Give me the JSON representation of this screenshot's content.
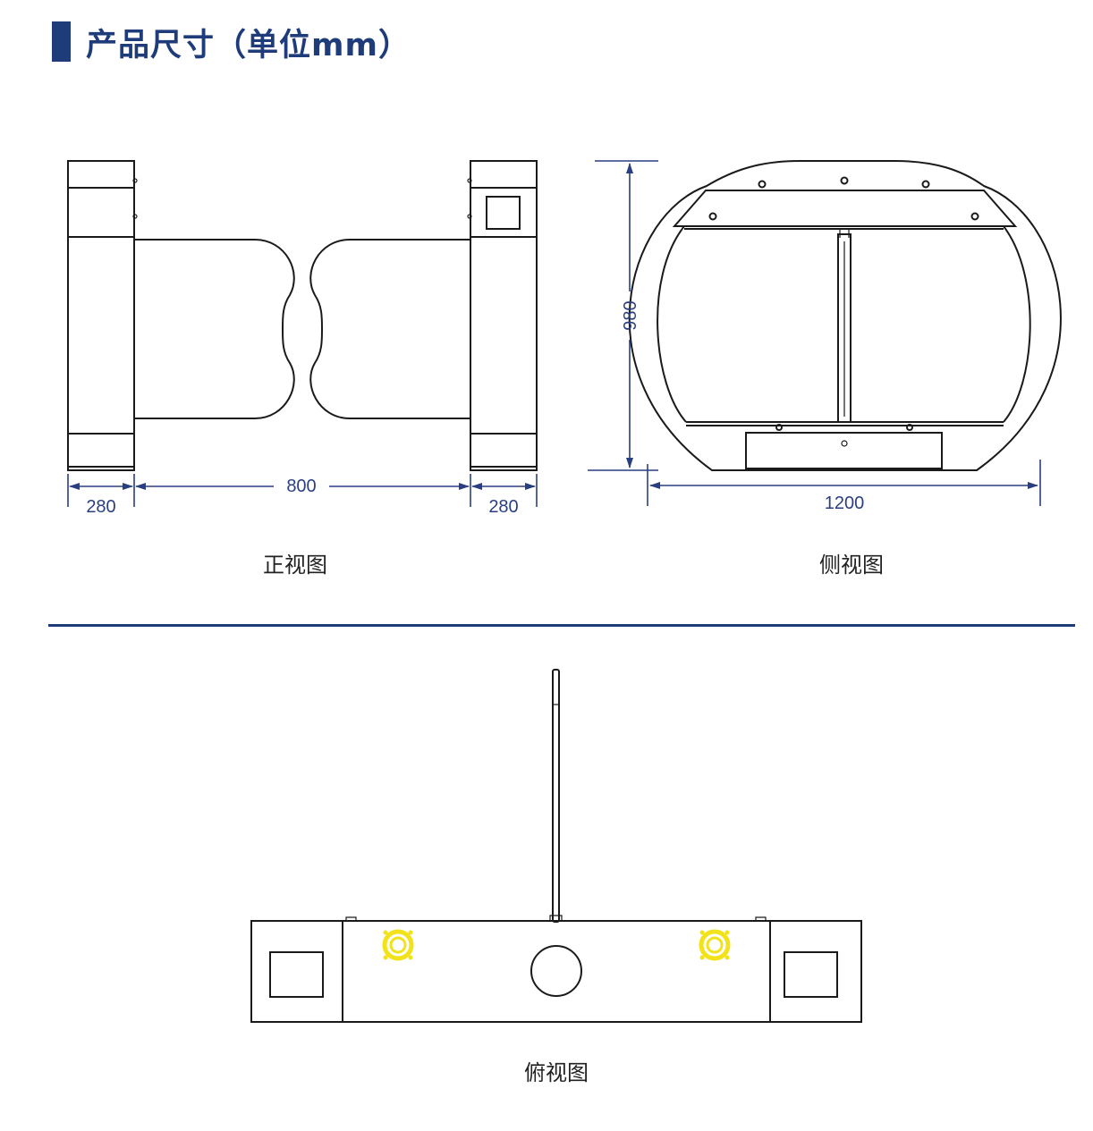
{
  "header": {
    "title": "产品尺寸（单位mm）"
  },
  "views": {
    "front": {
      "caption": "正视图",
      "dim_left": "280",
      "dim_middle": "800",
      "dim_right": "280"
    },
    "side": {
      "caption": "侧视图",
      "dim_height": "980",
      "dim_width": "1200"
    },
    "top": {
      "caption": "俯视图"
    }
  },
  "colors": {
    "accent": "#1e3c7a",
    "dimension": "#2a3f80",
    "highlight": "#f2e21a"
  }
}
